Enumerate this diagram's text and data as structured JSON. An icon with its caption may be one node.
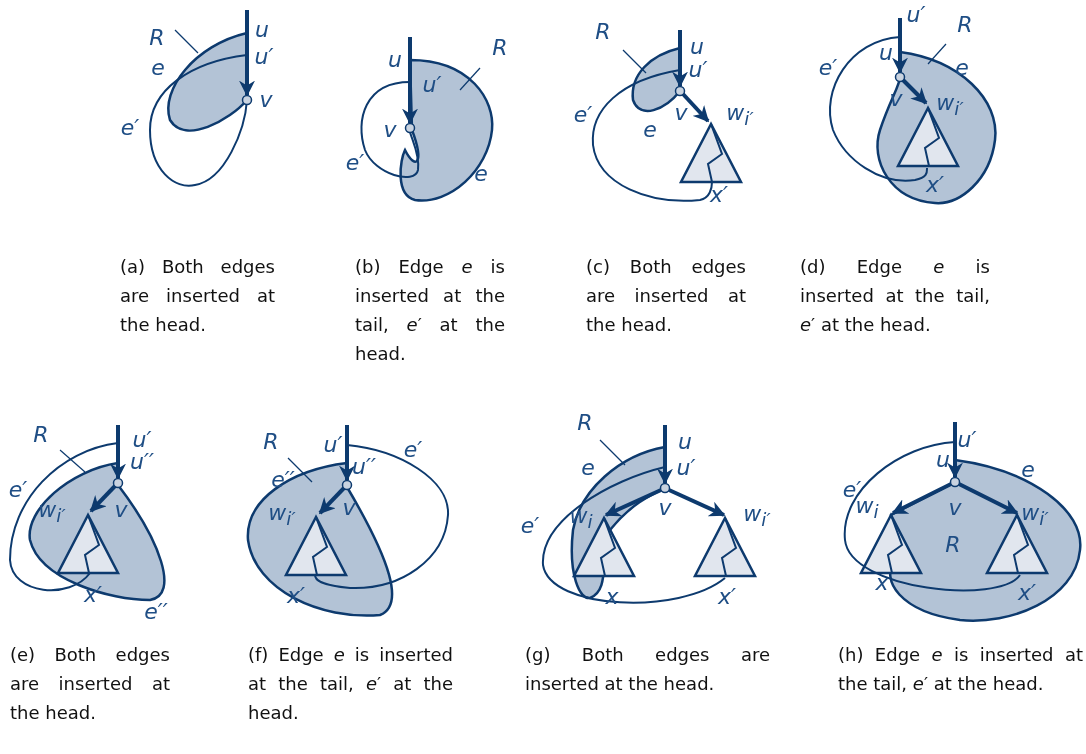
{
  "diagram": {
    "labels": [
      "R",
      "u",
      "u′",
      "e",
      "e′",
      "v",
      "(a) Both edges are inserted at the head.",
      "u",
      "R",
      "u′",
      "v",
      "e′",
      "e",
      "(b) Edge *e* is inserted at the tail, *e*′ at the head.",
      "R",
      "u",
      "u′",
      "e′",
      "v",
      "w$_{i′}$",
      "e",
      "x′",
      "(c) Both edges are inserted at the head.",
      "u′",
      "R",
      "e′",
      "u",
      "e",
      "v",
      "w$_{i′}$",
      "x′",
      "(d) Edge *e* is inserted at the tail, *e*′ at the head.",
      "R",
      "u′",
      "u′′",
      "e′",
      "w$_{i′}$",
      "v",
      "x′",
      "e′′",
      "(e) Both edges are inserted at the head.",
      "R",
      "u′",
      "e′",
      "u′′",
      "e′′",
      "w$_{i′}$",
      "v",
      "x′",
      "(f) Edge *e* is inserted at the tail, *e*′ at the head.",
      "R",
      "u",
      "e",
      "u′",
      "e′",
      "w$_{i}$",
      "v",
      "w$_{i′}$",
      "x",
      "x′",
      "(g) Both edges are inserted at the head.",
      "u′",
      "u",
      "e",
      "e′",
      "w$_{i}$",
      "v",
      "w$_{i′}$",
      "R",
      "x",
      "x′",
      "(h) Edge *e* is inserted at the tail, *e*′ at the head."
    ]
  }
}
